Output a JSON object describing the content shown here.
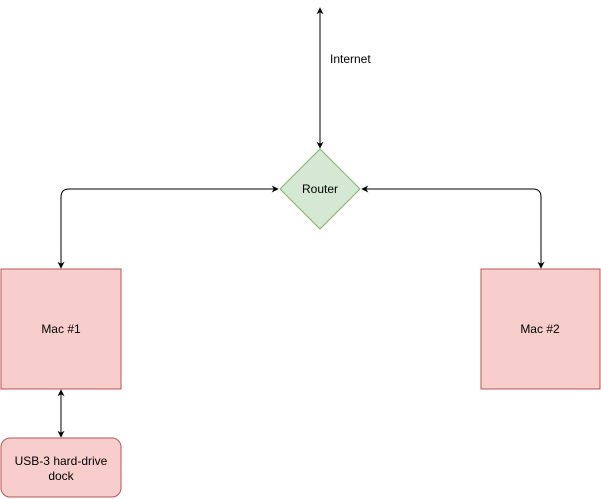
{
  "nodes": {
    "internet_label": "Internet",
    "router": "Router",
    "mac1": "Mac #1",
    "mac2": "Mac #2",
    "dock_line1": "USB-3 hard-drive",
    "dock_line2": "dock"
  },
  "colors": {
    "router_fill": "#d5e8d4",
    "router_stroke": "#82b366",
    "mac_fill": "#f8cecc",
    "mac_stroke": "#b85450",
    "edge": "#000000"
  }
}
